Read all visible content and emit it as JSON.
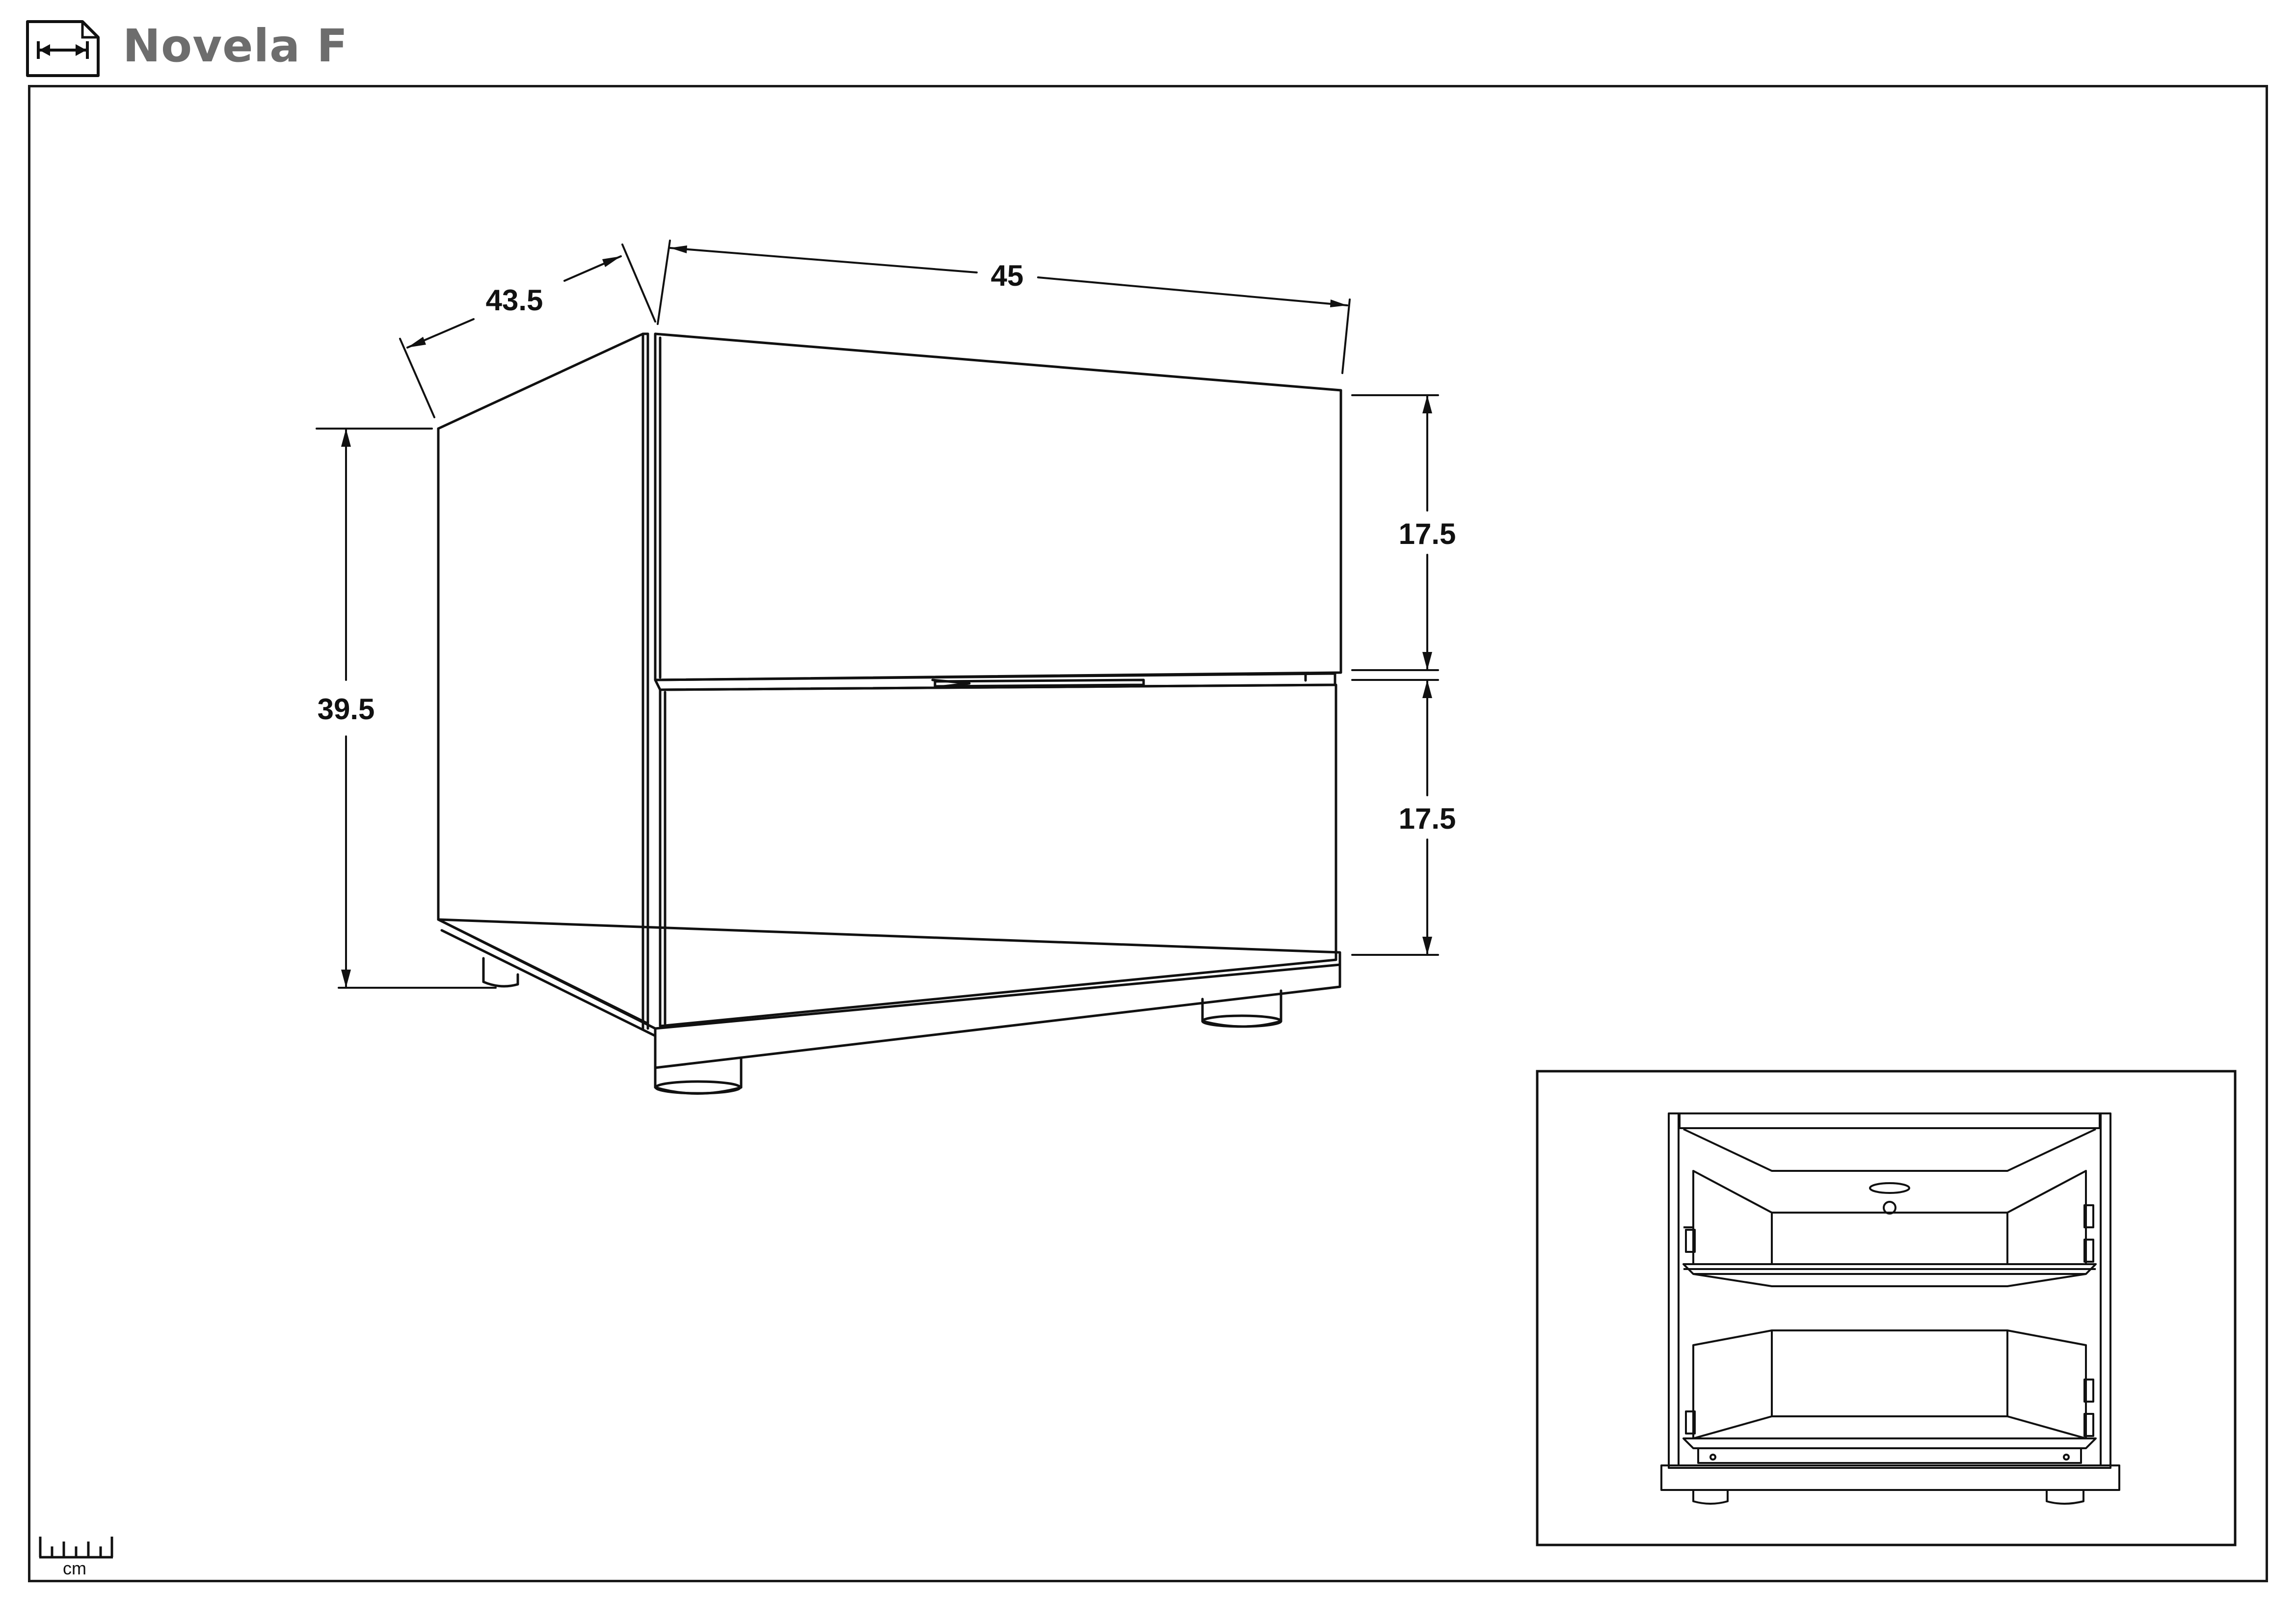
{
  "header": {
    "title": "Novela F",
    "icon": "dimensions-icon"
  },
  "dimensions": {
    "depth": "43.5",
    "width": "45",
    "height": "39.5",
    "drawer_top": "17.5",
    "drawer_bottom": "17.5"
  },
  "scale": {
    "unit_label": "cm",
    "icon": "ruler-icon"
  },
  "inset": {
    "icon": "open-drawers-view"
  }
}
